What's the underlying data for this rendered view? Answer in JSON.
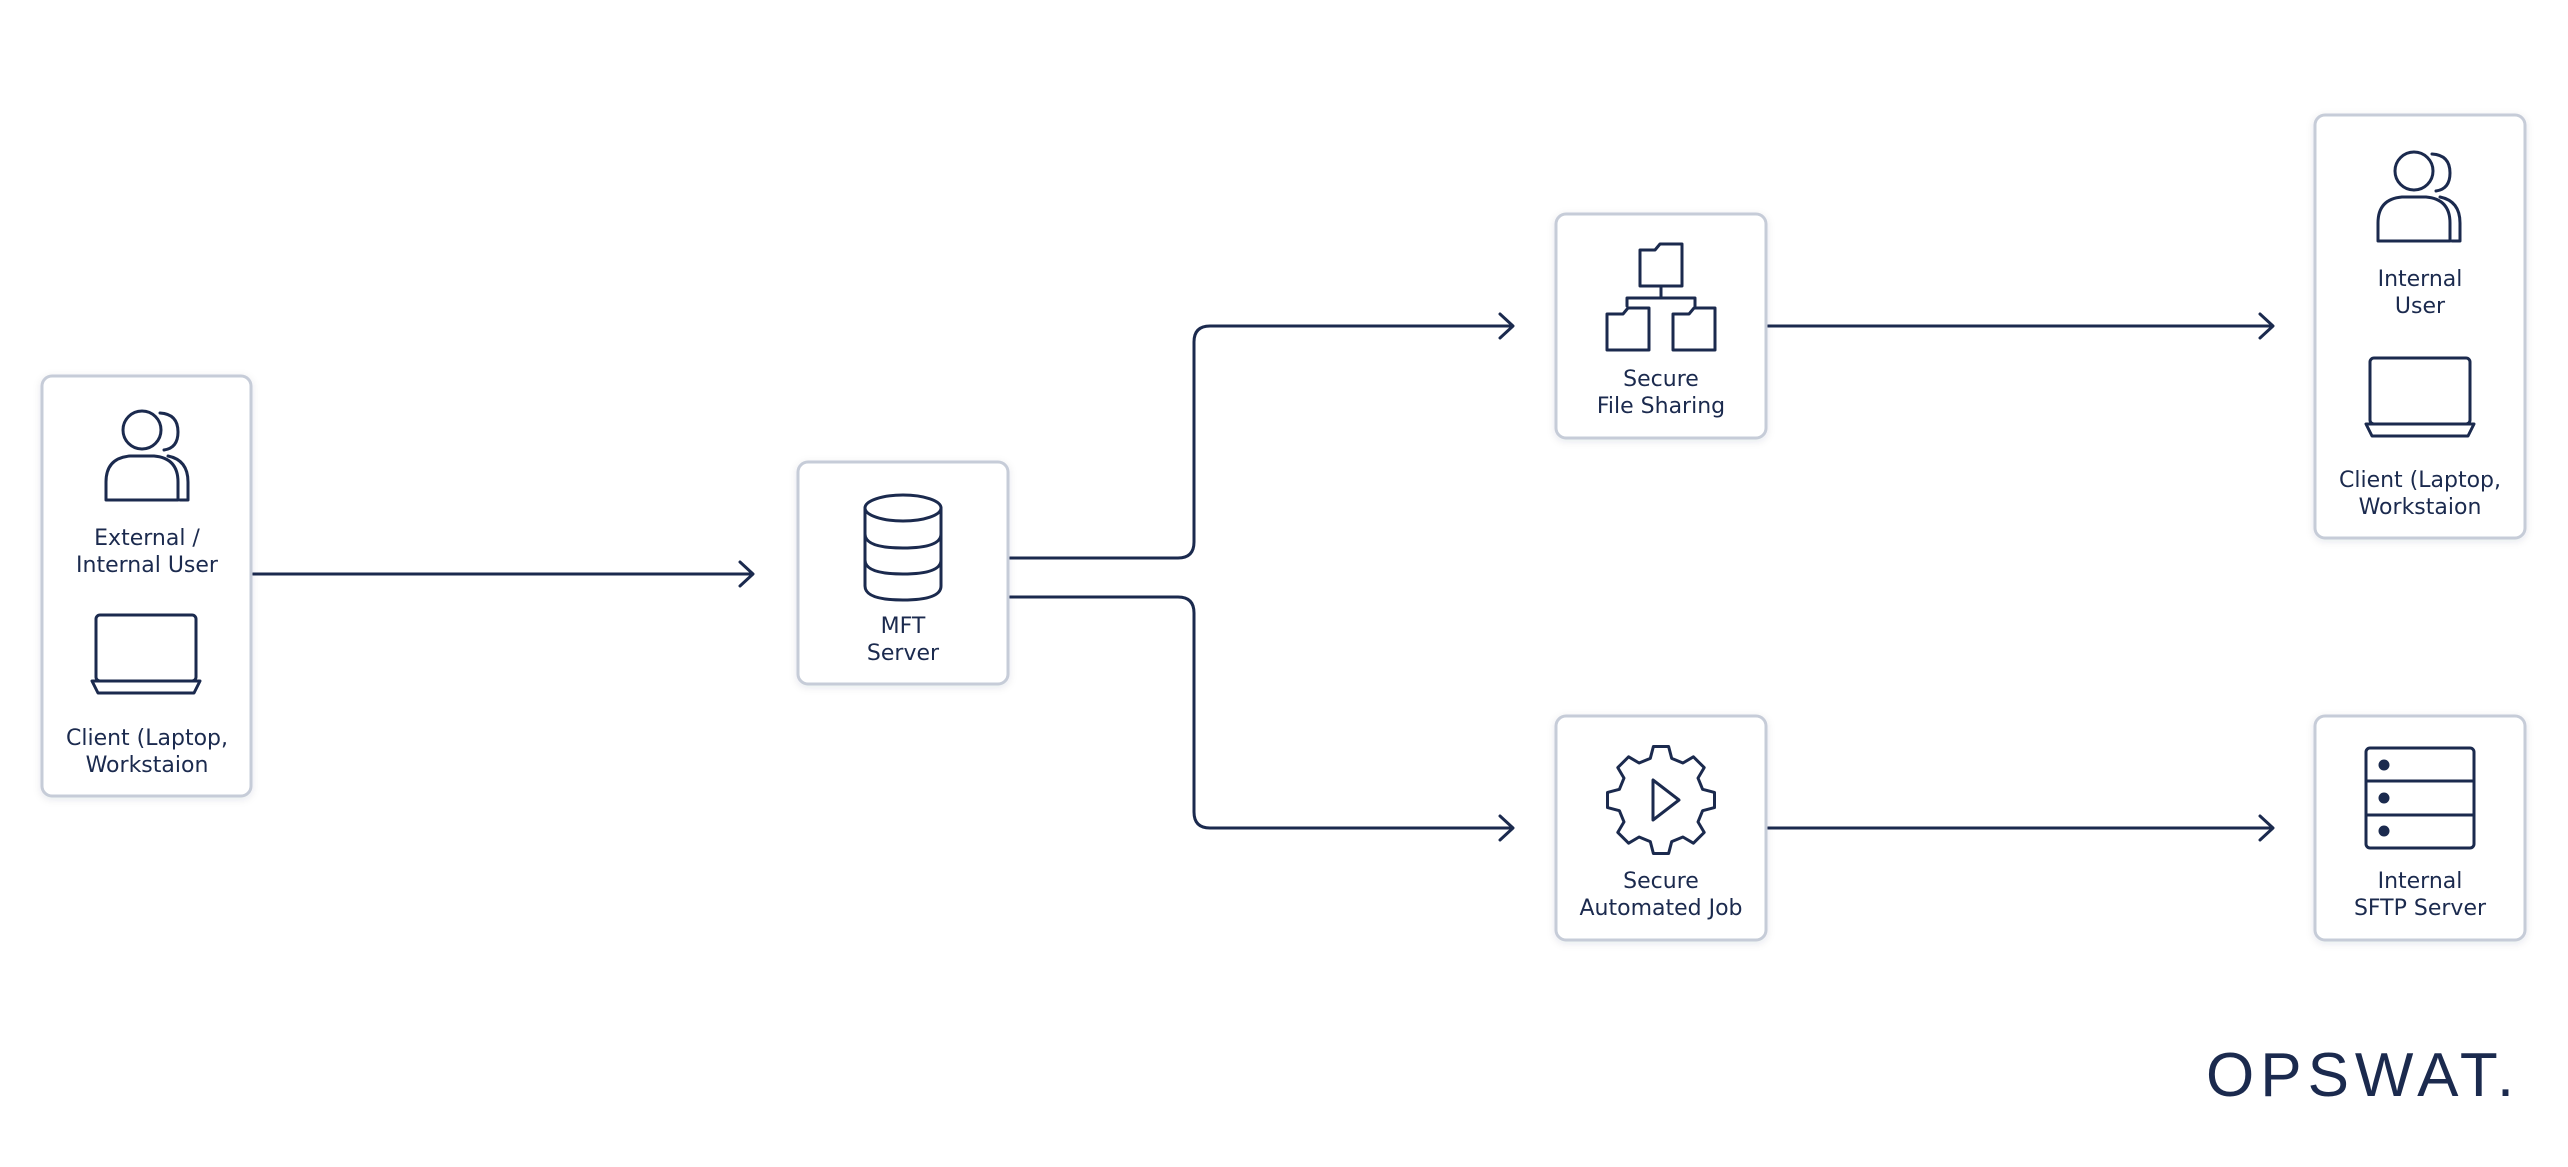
{
  "colors": {
    "ink": "#1b2a4e",
    "box_border": "#c6ccd8",
    "box_fill": "#ffffff",
    "background": "#ffffff"
  },
  "nodes": {
    "external_user": {
      "user_label_1": "External /",
      "user_label_2": "Internal User",
      "client_label_1": "Client (Laptop,",
      "client_label_2": "Workstaion",
      "icons": [
        "users-icon",
        "laptop-icon"
      ]
    },
    "mft_server": {
      "label_1": "MFT",
      "label_2": "Server",
      "icon": "database-icon"
    },
    "file_sharing": {
      "label_1": "Secure",
      "label_2": "File Sharing",
      "icon": "folder-tree-icon"
    },
    "automated_job": {
      "label_1": "Secure",
      "label_2": "Automated Job",
      "icon": "gear-play-icon"
    },
    "internal_user": {
      "user_label_1": "Internal",
      "user_label_2": "User",
      "client_label_1": "Client (Laptop,",
      "client_label_2": "Workstaion",
      "icons": [
        "users-icon",
        "laptop-icon"
      ]
    },
    "sftp_server": {
      "label_1": "Internal",
      "label_2": "SFTP Server",
      "icon": "server-rack-icon"
    }
  },
  "edges": [
    {
      "from": "external_user",
      "to": "mft_server"
    },
    {
      "from": "mft_server",
      "to": "file_sharing"
    },
    {
      "from": "mft_server",
      "to": "automated_job"
    },
    {
      "from": "file_sharing",
      "to": "internal_user"
    },
    {
      "from": "automated_job",
      "to": "sftp_server"
    }
  ],
  "brand": {
    "logo_text": "OPSWAT."
  }
}
